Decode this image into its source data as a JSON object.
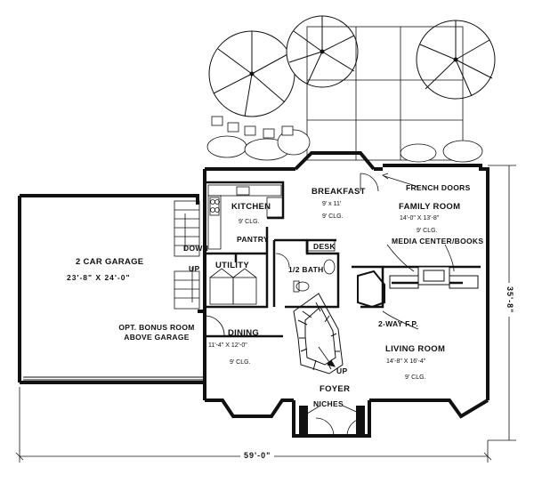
{
  "rooms": {
    "breakfast": {
      "name": "BREAKFAST",
      "size": "9' x 11'",
      "ceiling": "9' CLG."
    },
    "kitchen": {
      "name": "KITCHEN",
      "ceiling": "9' CLG."
    },
    "family_room": {
      "name": "FAMILY ROOM",
      "size": "14'-0\" X 13'-8\"",
      "ceiling": "9' CLG."
    },
    "garage": {
      "name": "2 CAR GARAGE",
      "size": "23'-8\" X 24'-0\"",
      "note": "OPT. BONUS ROOM ABOVE GARAGE"
    },
    "utility": {
      "name": "UTILITY"
    },
    "pantry": {
      "name": "PANTRY"
    },
    "desk": {
      "name": "DESK"
    },
    "half_bath": {
      "name": "1/2 BATH"
    },
    "dining": {
      "name": "DINING",
      "size": "11'-4\" X 12'-0\"",
      "ceiling": "9' CLG."
    },
    "living_room": {
      "name": "LIVING ROOM",
      "size": "14'-8\" X 16'-4\"",
      "ceiling": "9' CLG."
    },
    "foyer": {
      "name": "FOYER"
    }
  },
  "labels": {
    "french_doors": "FRENCH DOORS",
    "media_center": "MEDIA CENTER/BOOKS",
    "fireplace": "2-WAY F.P.",
    "niches": "NICHES",
    "stair_down": "DOWN",
    "stair_up_garage": "UP",
    "stair_up_foyer": "UP"
  },
  "dimensions": {
    "width": "59'-0\"",
    "depth": "35'-8\""
  }
}
